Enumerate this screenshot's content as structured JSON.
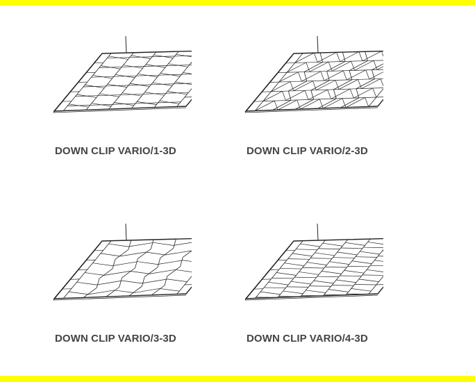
{
  "colors": {
    "accent_bar": "#ffff00",
    "label": "#444444",
    "line": "#222222"
  },
  "products": [
    {
      "label": "DOWN CLIP VARIO/1-3D",
      "pattern": 1
    },
    {
      "label": "DOWN CLIP VARIO/2-3D",
      "pattern": 2
    },
    {
      "label": "DOWN CLIP VARIO/3-3D",
      "pattern": 3
    },
    {
      "label": "DOWN CLIP VARIO/4-3D",
      "pattern": 4
    }
  ]
}
